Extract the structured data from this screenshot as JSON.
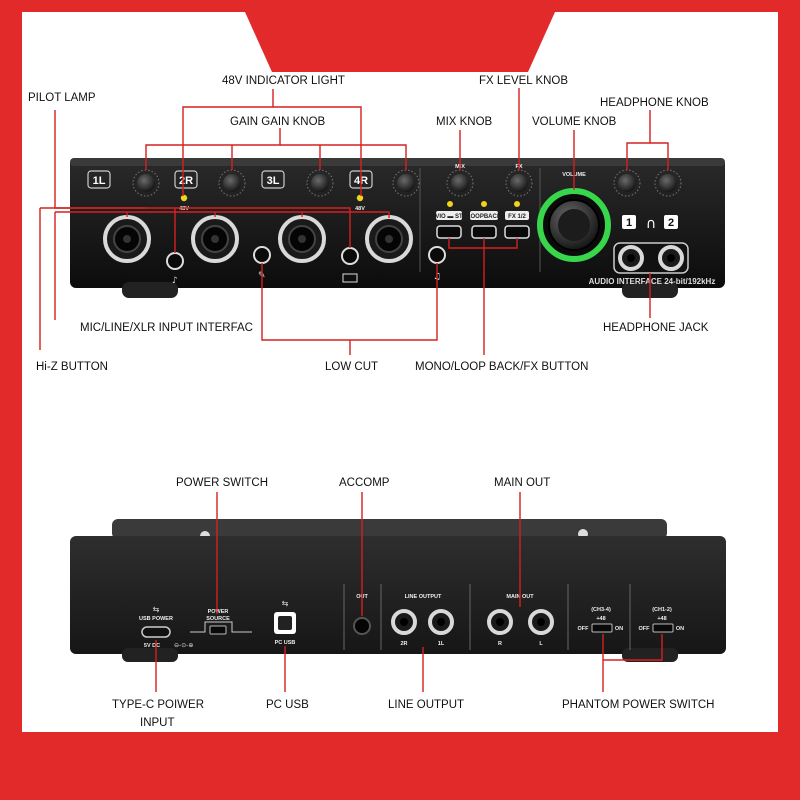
{
  "labels": {
    "pilot_lamp": "PILOT LAMP",
    "indicator_48v": "48V INDICATOR LIGHT",
    "fx_level_knob": "FX LEVEL KNOB",
    "headphone_knob": "HEADPHONE KNOB",
    "gain_knob": "GAIN GAIN KNOB",
    "mix_knob": "MIX KNOB",
    "volume_knob": "VOLUME KNOB",
    "input_interface": "MIC/LINE/XLR INPUT INTERFAC",
    "headphone_jack": "HEADPHONE JACK",
    "hiz_button": "Hi-Z BUTTON",
    "low_cut": "LOW CUT",
    "mono_button": "MONO/LOOP BACK/FX BUTTON",
    "power_switch": "POWER SWITCH",
    "accomp": "ACCOMP",
    "main_out": "MAIN OUT",
    "typec_line1": "TYPE-C POIWER",
    "typec_line2": "INPUT",
    "pc_usb": "PC USB",
    "line_output": "LINE OUTPUT",
    "phantom_switch": "PHANTOM POWER SWITCH"
  },
  "front": {
    "channels": [
      "1L",
      "2R",
      "3L",
      "4R"
    ],
    "v48_a": "48V",
    "v48_b": "48V",
    "mix": "MIX",
    "fx": "FX",
    "volume": "VOLUME",
    "btn_vio": "VIO ▬ ST",
    "btn_loop": "LOOPBACK",
    "btn_fx": "FX 1/2",
    "hp_1": "1",
    "hp_2": "2",
    "model_text": "AUDIO INTERFACE 24-bit/192kHz"
  },
  "rear": {
    "usb_power": "USB POWER",
    "dc": "5V DC",
    "power": "POWER",
    "source": "SOURCE",
    "pc_usb": "PC USB",
    "out": "OUT",
    "line_output": "LINE OUTPUT",
    "jack_2r": "2R",
    "jack_1l": "1L",
    "main_out": "MAIN OUT",
    "jack_r": "R",
    "jack_l": "L",
    "ch34": "(CH3-4)",
    "ch12": "(CH1-2)",
    "plus48_a": "+48",
    "plus48_b": "+48",
    "off_a": "OFF",
    "on_a": "ON",
    "off_b": "OFF",
    "on_b": "ON"
  },
  "colors": {
    "background": "#e32a2a",
    "leader": "#d62020",
    "device": "#141414",
    "accent_green": "#38d64a",
    "led_yellow": "#f1d21c"
  }
}
